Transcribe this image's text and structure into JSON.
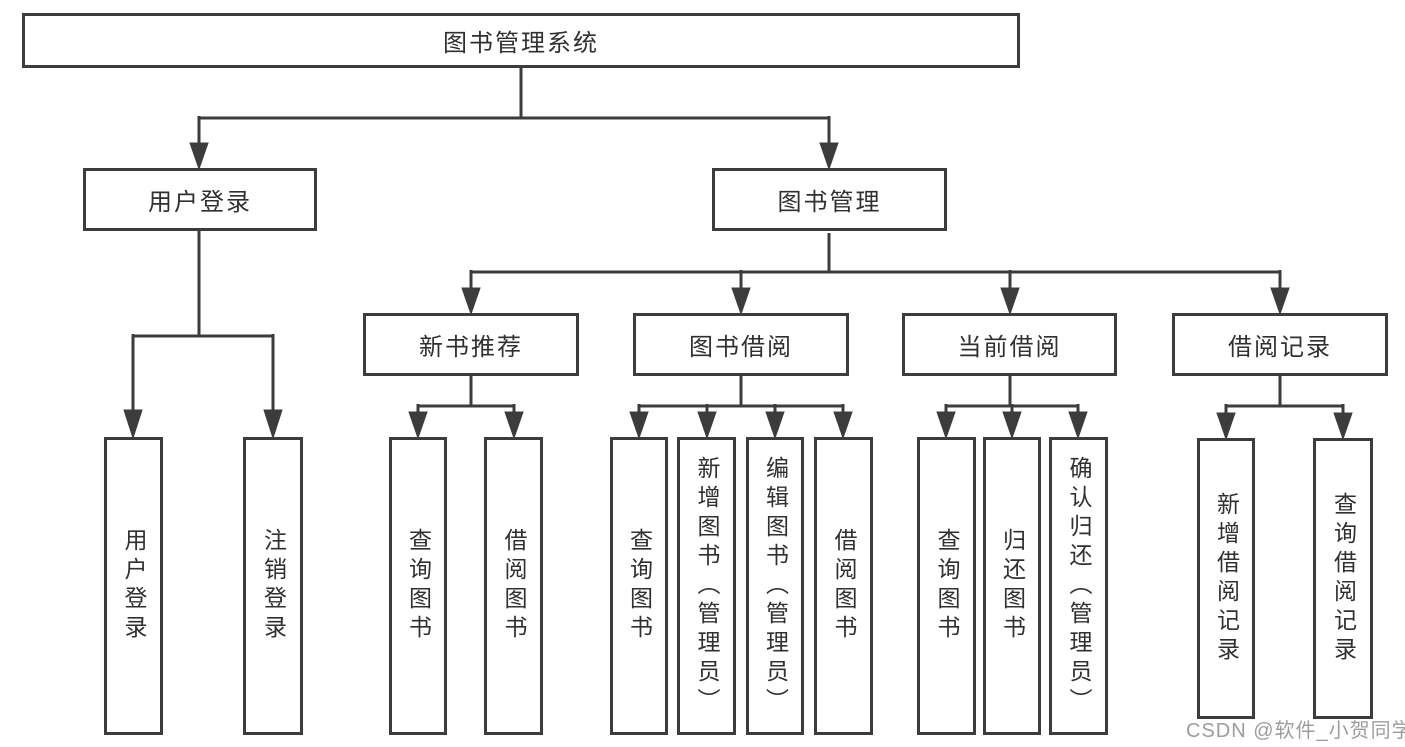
{
  "tree": {
    "root": {
      "label": "图书管理系统"
    },
    "level2": [
      {
        "label": "用户登录"
      },
      {
        "label": "图书管理"
      }
    ],
    "level3": [
      {
        "label": "新书推荐"
      },
      {
        "label": "图书借阅"
      },
      {
        "label": "当前借阅"
      },
      {
        "label": "借阅记录"
      }
    ],
    "leaves": {
      "user_login": [
        "用户登录",
        "注销登录"
      ],
      "new_book": [
        "查询图书",
        "借阅图书"
      ],
      "book_borrow": [
        "查询图书",
        "新增图书（管理员）",
        "编辑图书（管理员）",
        "借阅图书"
      ],
      "current_borrow": [
        "查询图书",
        "归还图书",
        "确认归还（管理员）"
      ],
      "borrow_record": [
        "新增借阅记录",
        "查询借阅记录"
      ]
    }
  },
  "watermark": "CSDN @软件_小贺同学",
  "colors": {
    "line": "#3c3c3c",
    "box_border": "#3c3c3c",
    "text": "#303030",
    "watermark": "#9d9d9d",
    "background": "#ffffff"
  }
}
